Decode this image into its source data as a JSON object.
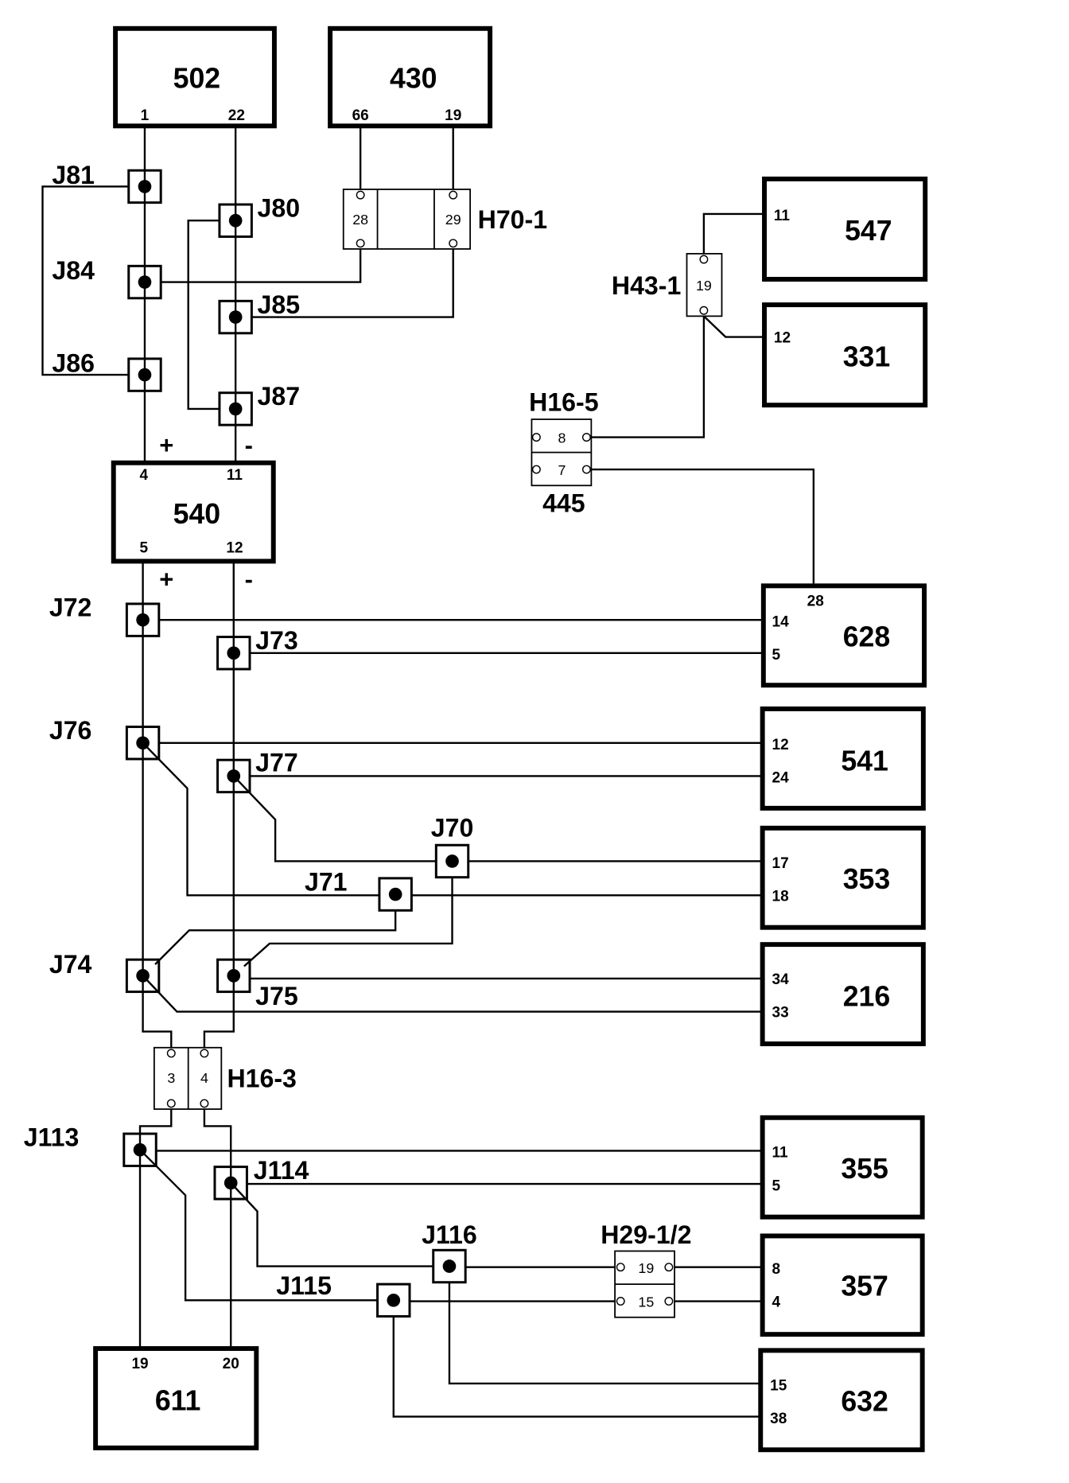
{
  "modules": [
    {
      "label": "502",
      "pins": [
        "1",
        "22"
      ]
    },
    {
      "label": "430",
      "pins": [
        "66",
        "19"
      ]
    },
    {
      "label": "547",
      "pins": [
        "11"
      ]
    },
    {
      "label": "331",
      "pins": [
        "12"
      ]
    },
    {
      "label": "540",
      "pins": [
        "4",
        "11",
        "5",
        "12"
      ]
    },
    {
      "label": "628",
      "pins": [
        "28",
        "14",
        "5"
      ]
    },
    {
      "label": "541",
      "pins": [
        "12",
        "24"
      ]
    },
    {
      "label": "353",
      "pins": [
        "17",
        "18"
      ]
    },
    {
      "label": "216",
      "pins": [
        "34",
        "33"
      ]
    },
    {
      "label": "355",
      "pins": [
        "11",
        "5"
      ]
    },
    {
      "label": "357",
      "pins": [
        "8",
        "4"
      ]
    },
    {
      "label": "632",
      "pins": [
        "15",
        "38"
      ]
    },
    {
      "label": "611",
      "pins": [
        "19",
        "20"
      ]
    }
  ],
  "junctions": [
    "J81",
    "J80",
    "J84",
    "J85",
    "J86",
    "J87",
    "J72",
    "J73",
    "J76",
    "J77",
    "J70",
    "J71",
    "J74",
    "J75",
    "J113",
    "J114",
    "J116",
    "J115"
  ],
  "connectors": [
    {
      "label": "H70-1",
      "pins": [
        "28",
        "29"
      ]
    },
    {
      "label": "H43-1",
      "pins": [
        "19"
      ]
    },
    {
      "label": "H16-5",
      "pins": [
        "8",
        "7"
      ],
      "sublabel": "445"
    },
    {
      "label": "H16-3",
      "pins": [
        "3",
        "4"
      ]
    },
    {
      "label": "H29-1/2",
      "pins": [
        "19",
        "15"
      ]
    }
  ],
  "polarity": {
    "plus": "+",
    "minus": "-"
  }
}
